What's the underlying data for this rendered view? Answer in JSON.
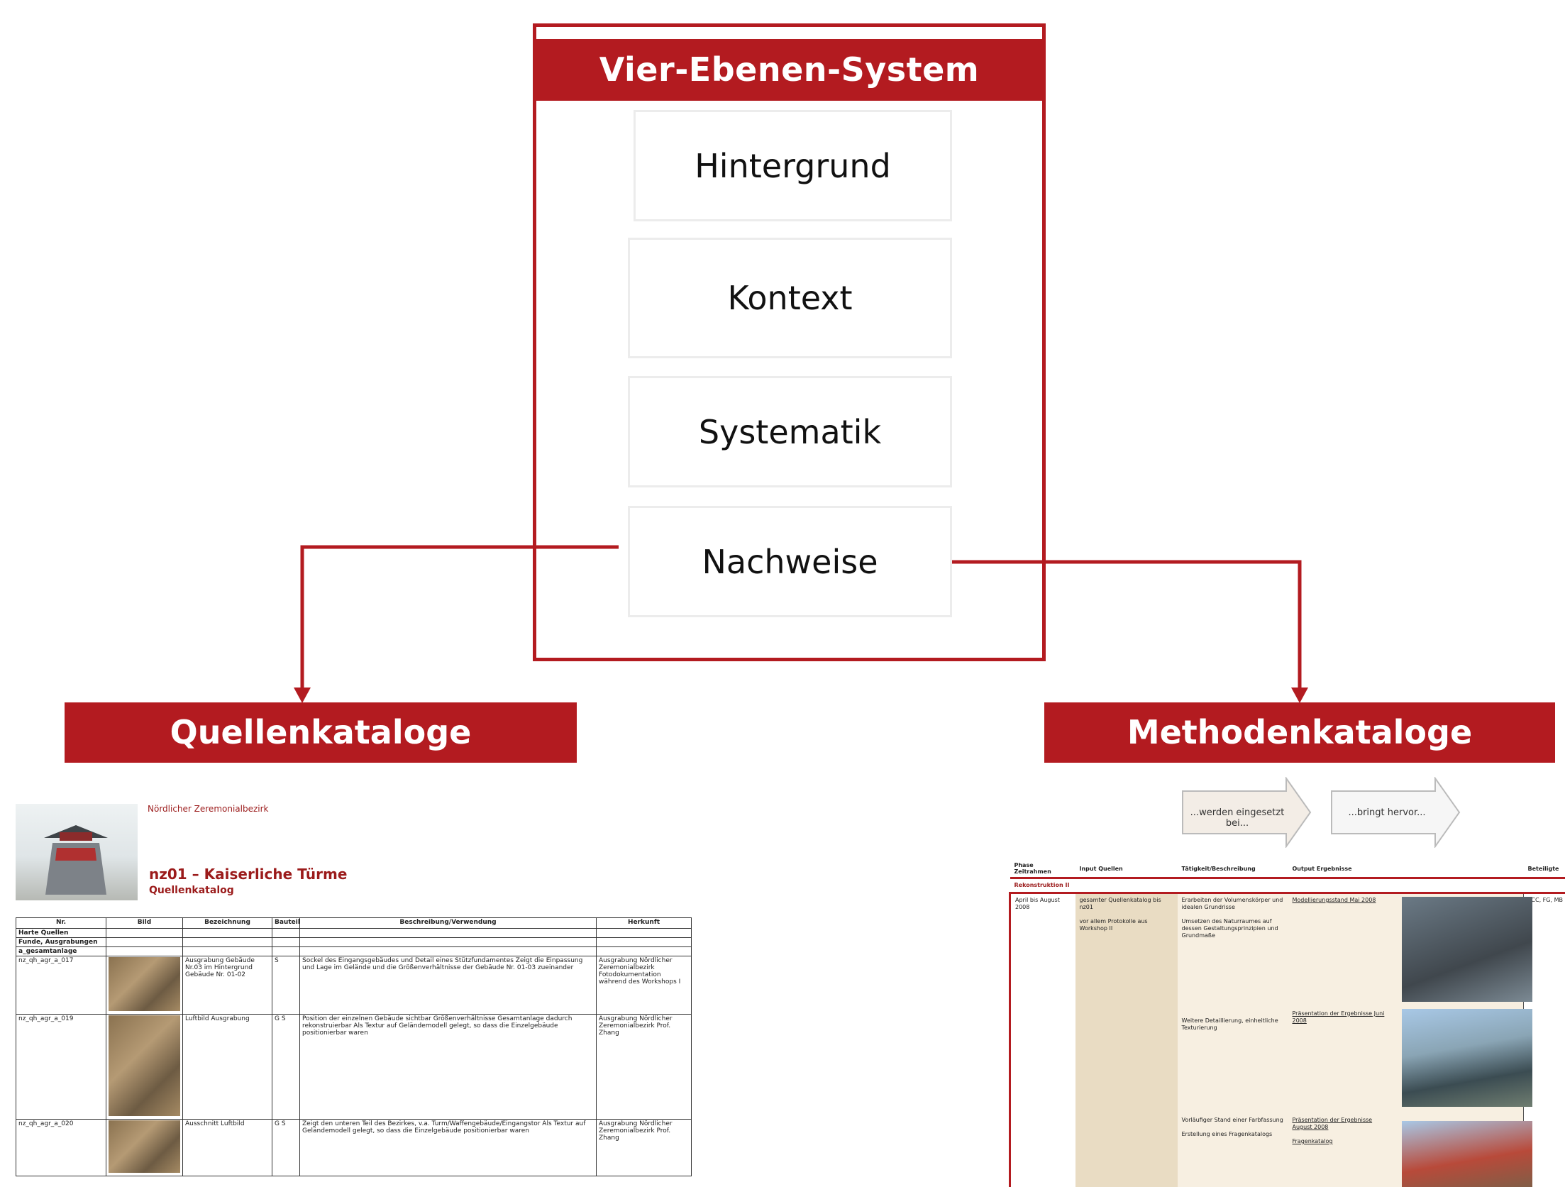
{
  "system": {
    "title": "Vier-Ebenen-System",
    "levels": [
      "Hintergrund",
      "Kontext",
      "Systematik",
      "Nachweise"
    ]
  },
  "catalogs": {
    "left_title": "Quellenkatalog­e",
    "right_title": "Methodenkataloge"
  },
  "source_catalog": {
    "district": "Nördlicher Zeremonialbezirk",
    "heading": "nz01 – Kaiserliche Türme",
    "subheading": "Quellenkatalog",
    "columns": [
      "Nr.",
      "Bild",
      "Bezeichnung",
      "Bauteil",
      "Beschreibung/Verwendung",
      "Herkunft"
    ],
    "groups": [
      "Harte Quellen",
      "Funde, Ausgrabungen",
      "a_gesamtanlage"
    ],
    "rows": [
      {
        "nr": "nz_qh_agr_a_017",
        "bez": "Ausgrabung Gebäude Nr.03 im Hintergrund Gebäude Nr. 01-02",
        "bauteil": "S",
        "desc": "Sockel des Eingangsgebäudes und Detail eines Stützfundamentes Zeigt die Einpassung und Lage im Gelände und die Größenverhältnisse der Gebäude Nr. 01-03 zueinander",
        "herkunft": "Ausgrabung Nördlicher Zeremonialbezirk Fotodokumentation während des Workshops I"
      },
      {
        "nr": "nz_qh_agr_a_019",
        "bez": "Luftbild Ausgrabung",
        "bauteil": "G S",
        "desc": "Position der einzelnen Gebäude sichtbar Größenverhältnisse Gesamtanlage dadurch rekonstruierbar Als Textur auf Geländemodell gelegt, so dass die Einzelgebäude positionierbar waren",
        "herkunft": "Ausgrabung Nördlicher Zeremonialbezirk Prof. Zhang"
      },
      {
        "nr": "nz_qh_agr_a_020",
        "bez": "Ausschnitt Luftbild",
        "bauteil": "G S",
        "desc": "Zeigt den unteren Teil des Bezirkes, v.a. Turm/Waffengebäude/Eingangstor Als Textur auf Geländemodell gelegt, so dass die Einzelgebäude positionierbar waren",
        "herkunft": "Ausgrabung Nördlicher Zeremonialbezirk Prof. Zhang"
      }
    ]
  },
  "method_catalog": {
    "arrow1": "...werden eingesetzt bei...",
    "arrow2": "...bringt hervor...",
    "columns": [
      "Phase Zeitrahmen",
      "Input Quellen",
      "Tätigkeit/Beschreibung",
      "Output Ergebnisse",
      "Beteiligte"
    ],
    "section": "Rekonstruktion II",
    "timeframe": "April bis August 2008",
    "inputs": [
      "gesamter Quellenkatalog bis nz01",
      "vor allem Protokolle aus Workshop II"
    ],
    "tasks": [
      "Erarbeiten der Volumenskörper und idealen Grundrisse",
      "Umsetzen des Naturraumes auf dessen Gestaltungsprinzipien und Grundmaße",
      "Weitere Detaillierung, einheitliche Texturierung",
      "Vorläufiger Stand einer Farbfassung",
      "Erstellung eines Fragenkatalogs"
    ],
    "outputs": [
      "Modellierungsstand Mai 2008",
      "Präsentation der Ergebnisse Juni 2008",
      "Präsentation der Ergebnisse August 2008",
      "Fragenkatalog"
    ],
    "participants": "TCC, FG, MB"
  },
  "colors": {
    "accent": "#b31b20",
    "frame_border": "#ececec"
  }
}
